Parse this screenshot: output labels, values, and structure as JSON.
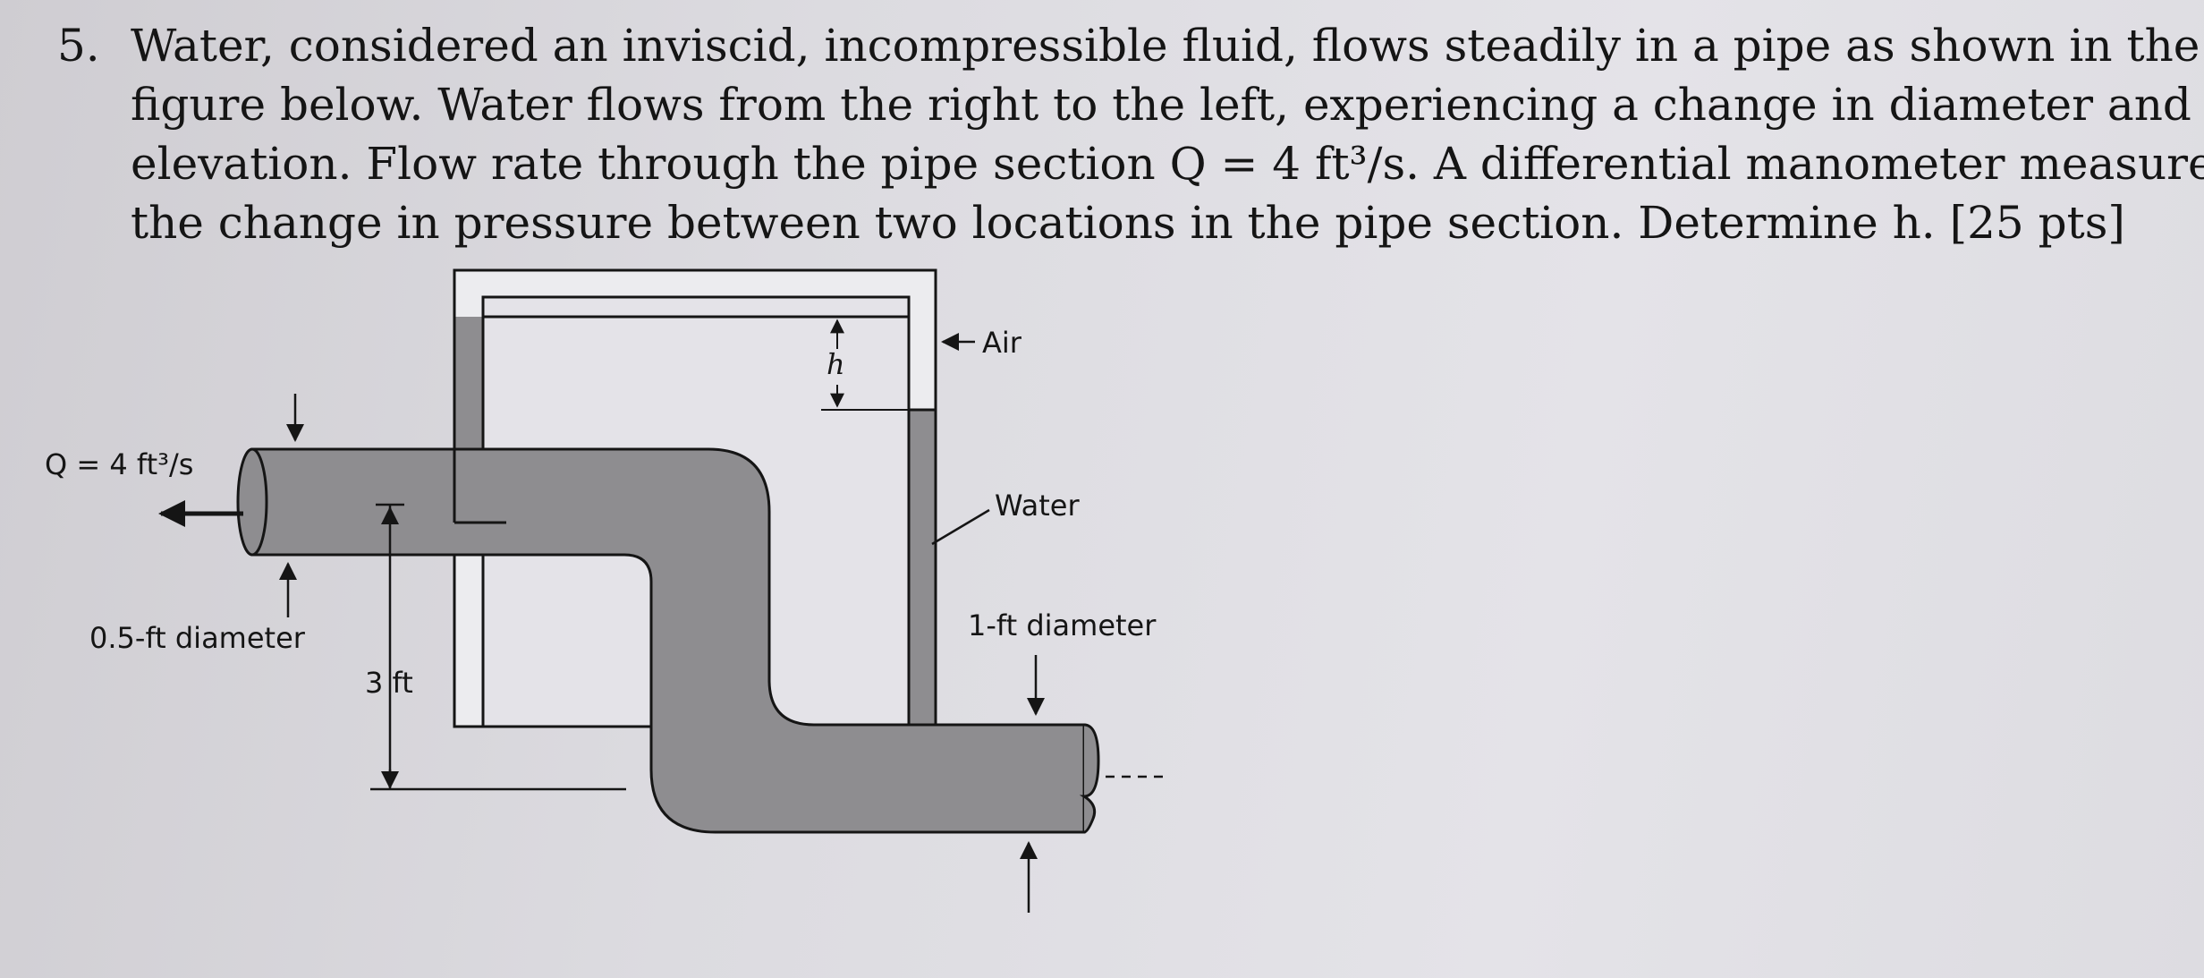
{
  "problem": {
    "number": "5.",
    "lines": [
      "Water, considered an inviscid, incompressible fluid, flows steadily in a pipe as shown in the",
      "figure below. Water flows from the right to the left, experiencing a change in diameter and",
      "elevation. Flow rate through the pipe section Q = 4 ft³/s. A differential manometer measures",
      "the change in pressure between two locations in the pipe section. Determine h. [25 pts]"
    ]
  },
  "figure": {
    "flow_label": "Q = 4 ft³/s",
    "small_diameter_label": "0.5-ft diameter",
    "large_diameter_label": "1-ft diameter",
    "elevation_label": "3 ft",
    "h_label": "h",
    "air_label": "Air",
    "water_label": "Water"
  },
  "colors": {
    "water": "#8e8d90",
    "ink": "#151515"
  }
}
